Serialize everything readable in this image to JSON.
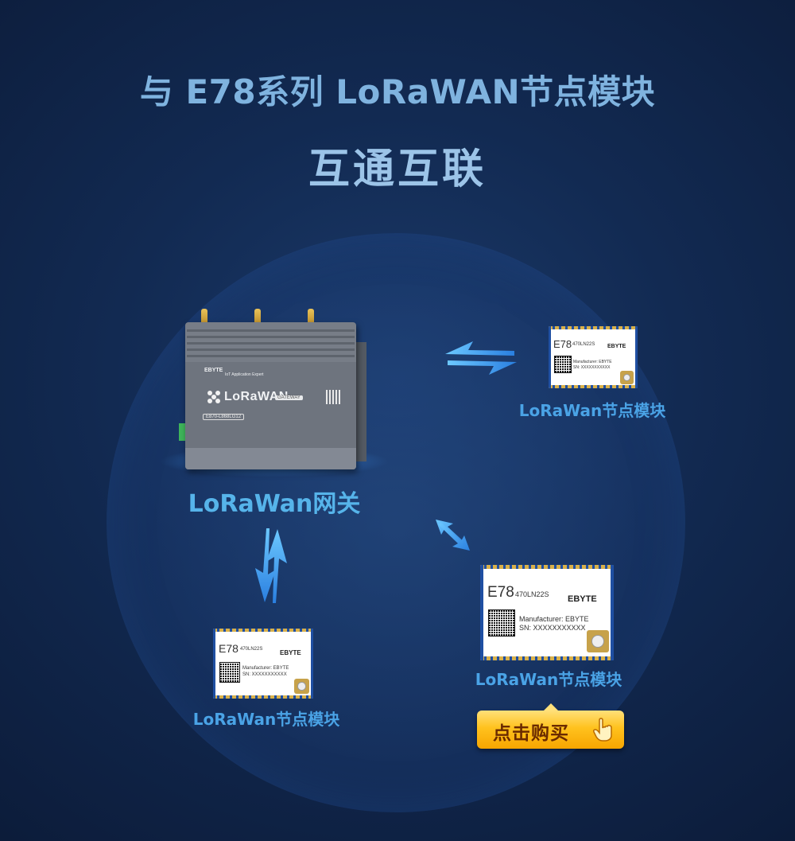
{
  "header": {
    "title_line1": "与 E78系列 LoRaWAN节点模块",
    "title_line2": "互通互联"
  },
  "gateway": {
    "label": "LoRaWan网关",
    "brand": "EBYTE",
    "tagline": "IoT Application Expert",
    "product_name": "LoRaWAN",
    "badge": "GATEWAY",
    "model": "E870-L868LG12"
  },
  "nodes": [
    {
      "label": "LoRaWan节点模块",
      "series": "E78",
      "model": "470LN22S",
      "brand": "EBYTE",
      "manufacturer": "Manufacturer: EBYTE",
      "sn": "SN: XXXXXXXXXXX"
    },
    {
      "label": "LoRaWan节点模块",
      "series": "E78",
      "model": "470LN22S",
      "brand": "EBYTE",
      "manufacturer": "Manufacturer: EBYTE",
      "sn": "SN: XXXXXXXXXXX"
    },
    {
      "label": "LoRaWan节点模块",
      "series": "E78",
      "model": "470LN22S",
      "brand": "EBYTE",
      "manufacturer": "Manufacturer: EBYTE",
      "sn": "SN: XXXXXXXXXXX"
    }
  ],
  "cta": {
    "label": "点击购买",
    "icon": "pointing-hand-icon"
  },
  "colors": {
    "accent_blue": "#4aa3e6",
    "button_yellow": "#ffc21e",
    "background": "#122a52"
  }
}
